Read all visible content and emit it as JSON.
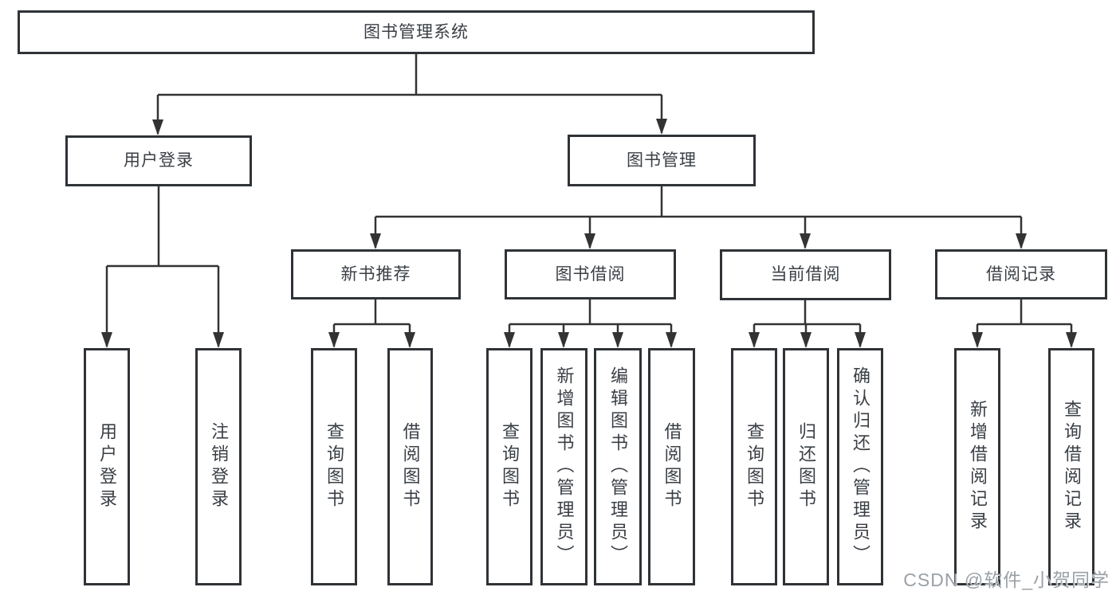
{
  "diagram_title": "图书管理系统",
  "tree": {
    "label": "图书管理系统",
    "children": [
      {
        "label": "用户登录",
        "children": [
          {
            "label": "用户登录"
          },
          {
            "label": "注销登录"
          }
        ]
      },
      {
        "label": "图书管理",
        "children": [
          {
            "label": "新书推荐",
            "children": [
              {
                "label": "查询图书"
              },
              {
                "label": "借阅图书"
              }
            ]
          },
          {
            "label": "图书借阅",
            "children": [
              {
                "label": "查询图书"
              },
              {
                "label": "新增图书（管理员）"
              },
              {
                "label": "编辑图书（管理员）"
              },
              {
                "label": "借阅图书"
              }
            ]
          },
          {
            "label": "当前借阅",
            "children": [
              {
                "label": "查询图书"
              },
              {
                "label": "归还图书"
              },
              {
                "label": "确认归还（管理员）"
              }
            ]
          },
          {
            "label": "借阅记录",
            "children": [
              {
                "label": "新增借阅记录"
              },
              {
                "label": "查询借阅记录"
              }
            ]
          }
        ]
      }
    ]
  },
  "watermark": {
    "text": "CSDN @软件_小贺同学"
  },
  "colors": {
    "line": "#333333",
    "box_border": "#2f3337",
    "text": "#3a3f45",
    "watermark": "#9aa0a6",
    "background": "#ffffff"
  }
}
